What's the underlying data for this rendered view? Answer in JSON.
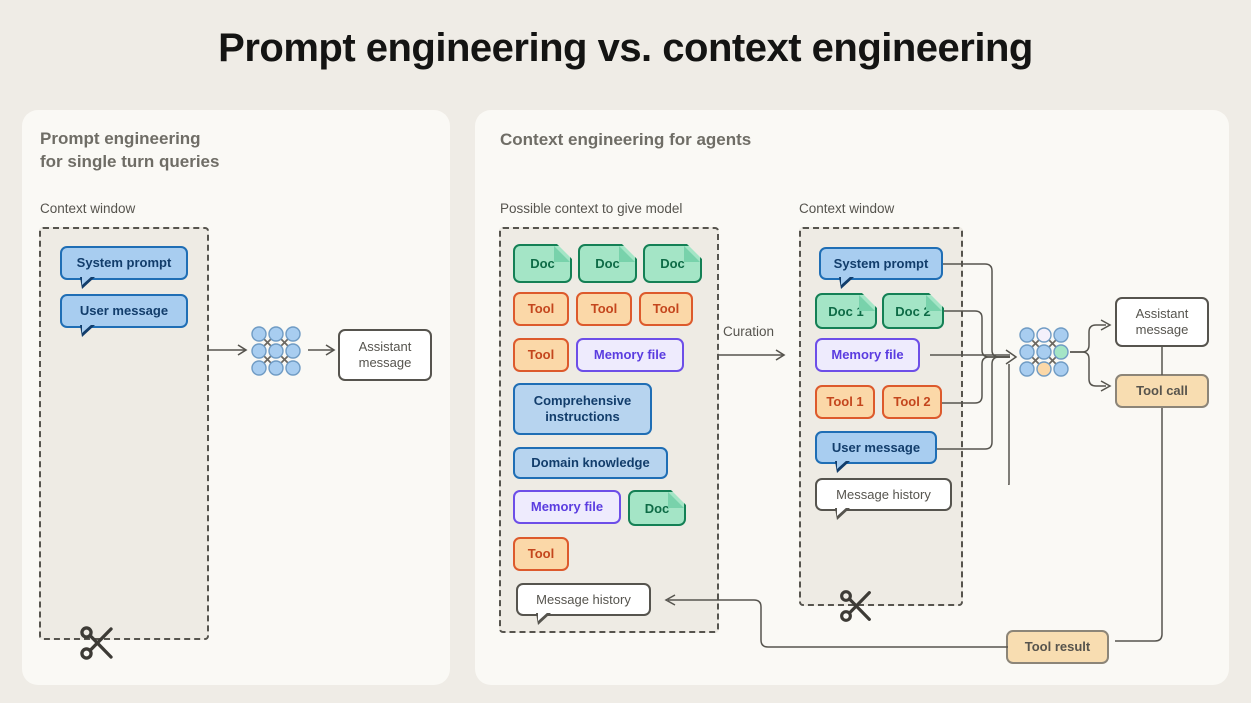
{
  "title": "Prompt engineering vs. context engineering",
  "colors": {
    "page_bg": "#efece6",
    "panel_bg": "#faf9f5",
    "ctx_window_bg": "#eeebe4",
    "blue_fill": "#a8cdf0",
    "blue_border": "#1f6eb5",
    "blue_text": "#123d6b",
    "green_fill": "#a4e5c6",
    "green_border": "#148055",
    "green_text": "#0e6b46",
    "orange_fill": "#fbd8a8",
    "orange_border": "#dd5a2c",
    "orange_text": "#c4461d",
    "purple_fill": "#eeebfd",
    "purple_border": "#6d4ee8",
    "purple_text": "#5a3ce0",
    "neutral_border": "#56544e",
    "tool_result_fill": "#f8ddb1"
  },
  "left_panel": {
    "heading": "Prompt engineering\nfor single turn queries",
    "context_window_label": "Context window",
    "items": [
      {
        "label": "System prompt",
        "kind": "bubble-blue"
      },
      {
        "label": "User message",
        "kind": "bubble-blue"
      }
    ],
    "model_icon": "neural-network-icon",
    "output": {
      "label": "Assistant\nmessage"
    },
    "scissors_icon": "scissors-icon"
  },
  "right_panel": {
    "heading": "Context engineering for agents",
    "possible_context_label": "Possible context to give model",
    "context_window_label": "Context window",
    "curation_label": "Curation",
    "possible_context_items": [
      {
        "label": "Doc",
        "kind": "doc"
      },
      {
        "label": "Doc",
        "kind": "doc"
      },
      {
        "label": "Doc",
        "kind": "doc"
      },
      {
        "label": "Tool",
        "kind": "tool"
      },
      {
        "label": "Tool",
        "kind": "tool"
      },
      {
        "label": "Tool",
        "kind": "tool"
      },
      {
        "label": "Tool",
        "kind": "tool"
      },
      {
        "label": "Memory file",
        "kind": "memory"
      },
      {
        "label": "Comprehensive instructions",
        "kind": "blue-box"
      },
      {
        "label": "Domain knowledge",
        "kind": "blue-box"
      },
      {
        "label": "Memory file",
        "kind": "memory"
      },
      {
        "label": "Doc",
        "kind": "doc"
      },
      {
        "label": "Tool",
        "kind": "tool"
      },
      {
        "label": "Message history",
        "kind": "bubble-white"
      }
    ],
    "context_window_items": [
      {
        "label": "System prompt",
        "kind": "bubble-blue"
      },
      {
        "label": "Doc 1",
        "kind": "doc"
      },
      {
        "label": "Doc 2",
        "kind": "doc"
      },
      {
        "label": "Memory file",
        "kind": "memory"
      },
      {
        "label": "Tool 1",
        "kind": "tool"
      },
      {
        "label": "Tool 2",
        "kind": "tool"
      },
      {
        "label": "User message",
        "kind": "bubble-blue"
      },
      {
        "label": "Message history",
        "kind": "bubble-white"
      }
    ],
    "model_icon": "neural-network-icon",
    "outputs": [
      {
        "label": "Assistant\nmessage",
        "kind": "white-box"
      },
      {
        "label": "Tool call",
        "kind": "tool-call"
      }
    ],
    "tool_result": {
      "label": "Tool result"
    },
    "scissors_icon": "scissors-icon"
  }
}
